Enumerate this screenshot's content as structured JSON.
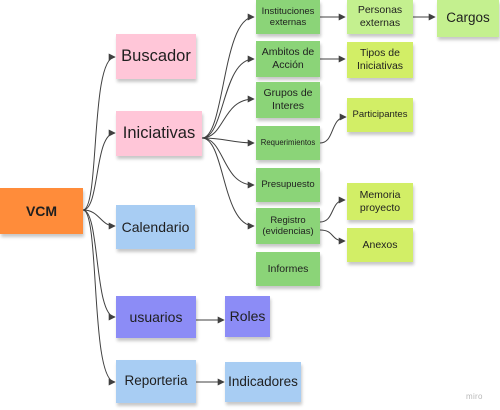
{
  "nodes": {
    "vcm": "VCM",
    "buscador": "Buscador",
    "iniciativas": "Iniciativas",
    "calendario": "Calendario",
    "usuarios": "usuarios",
    "reporteria": "Reporteria",
    "roles": "Roles",
    "indicadores": "Indicadores",
    "instituciones_externas": "Instituciones\nexternas",
    "ambitos_de_accion": "Ambitos de\nAcción",
    "grupos_de_interes": "Grupos de\nInteres",
    "requerimientos": "Requerimientos",
    "presupuesto": "Presupuesto",
    "registro_evidencias": "Registro\n(evidencias)",
    "informes": "Informes",
    "personas_externas": "Personas\nexternas",
    "tipos_de_iniciativas": "Tipos de\nIniciativas",
    "participantes": "Participantes",
    "memoria_proyecto": "Memoria\nproyecto",
    "anexos": "Anexos",
    "cargos": "Cargos"
  },
  "watermark": "miro",
  "colors": {
    "root": "#ff8c3a",
    "module_pink": "#ffc6d8",
    "module_blue": "#a8cdf3",
    "module_purple": "#8c8cf6",
    "sub_green": "#8bd478",
    "leaf_lime": "#d2ee66",
    "leaf_lightgreen": "#c4f08f",
    "connector": "#404040"
  }
}
